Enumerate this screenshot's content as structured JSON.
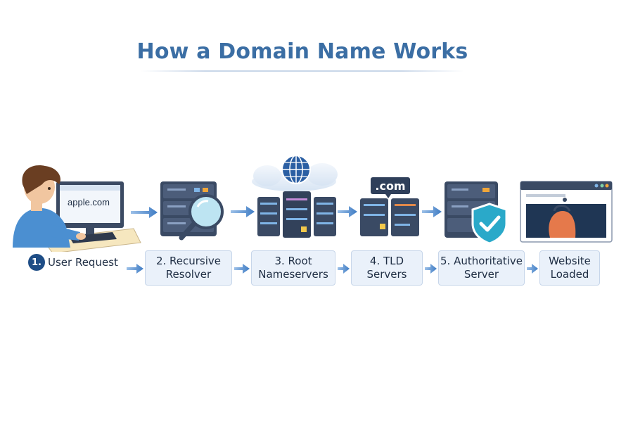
{
  "title": "How a Domain Name Works",
  "steps": [
    {
      "badge": "1.",
      "label": "User Request"
    },
    {
      "label": "2. Recursive\nResolver"
    },
    {
      "label": "3. Root\nNameservers"
    },
    {
      "label": "4. TLD\nServers"
    },
    {
      "label": "5. Authoritative\nServer"
    },
    {
      "label": "Website\nLoaded"
    }
  ],
  "illustrations": {
    "monitor_text": "apple.com",
    "tld_tag": ".com"
  },
  "colors": {
    "title": "#3b6ea4",
    "arrow": "#4a86c8",
    "server": "#3a4a64",
    "label_bg": "#eaf1fa",
    "shield": "#2aa9c9"
  }
}
